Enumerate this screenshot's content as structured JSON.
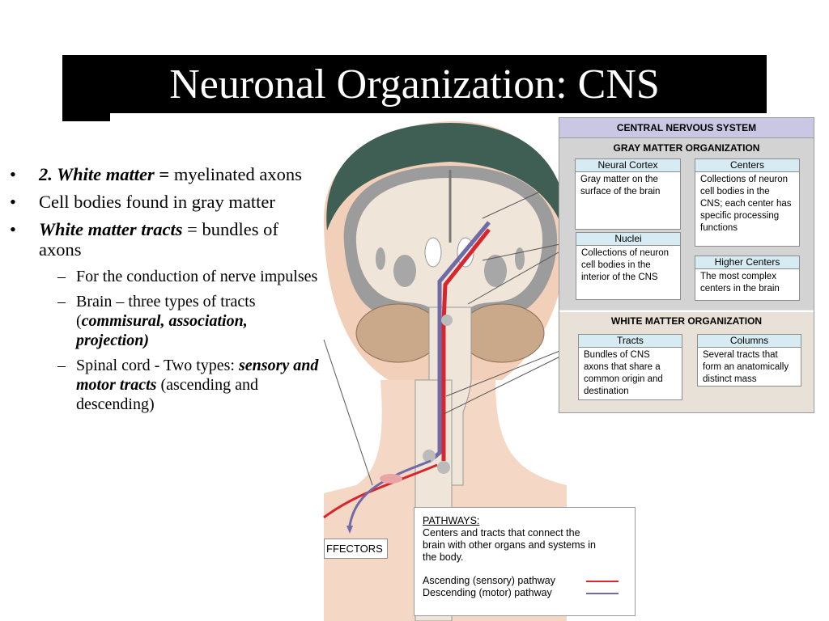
{
  "slide": {
    "title": "Neuronal Organization: CNS",
    "bullets": {
      "b1_bold": "2. White matter",
      "b1_eq": " = ",
      "b1_rest": "myelinated axons",
      "b2": "Cell bodies found in gray matter",
      "b3_bold": "White matter tracts",
      "b3_rest": " = bundles of axons",
      "s1": "For the conduction of nerve impulses",
      "s2_a": "Brain – three types of tracts (",
      "s2_b": "commisural, association, projection)",
      "s3_a": "Spinal cord - Two types: ",
      "s3_b": "sensory and motor tracts",
      "s3_c": " (ascending and descending)"
    }
  },
  "figure": {
    "panel_title": "CENTRAL NERVOUS SYSTEM",
    "gray_matter_title": "GRAY MATTER ORGANIZATION",
    "white_matter_title": "WHITE MATTER ORGANIZATION",
    "boxes": {
      "neural_cortex_title": "Neural Cortex",
      "neural_cortex_body": "Gray matter on the surface of the brain",
      "centers_title": "Centers",
      "centers_body": "Collections of neuron cell bodies in the CNS; each center has specific processing functions",
      "nuclei_title": "Nuclei",
      "nuclei_body": "Collections of neuron cell bodies in the interior of the CNS",
      "higher_centers_title": "Higher Centers",
      "higher_centers_body": "The most complex centers in the brain",
      "tracts_title": "Tracts",
      "tracts_body": "Bundles of CNS axons that share a common origin and destination",
      "columns_title": "Columns",
      "columns_body": "Several tracts that form an anatomically distinct mass"
    },
    "pathways": {
      "title": "PATHWAYS:",
      "body": "Centers and tracts that connect the brain with other organs and systems in the body.",
      "ascending": "Ascending (sensory) pathway",
      "descending": "Descending (motor) pathway",
      "ascending_color": "#d8262c",
      "descending_color": "#6f6aa8"
    },
    "effectors": "FFECTORS"
  }
}
